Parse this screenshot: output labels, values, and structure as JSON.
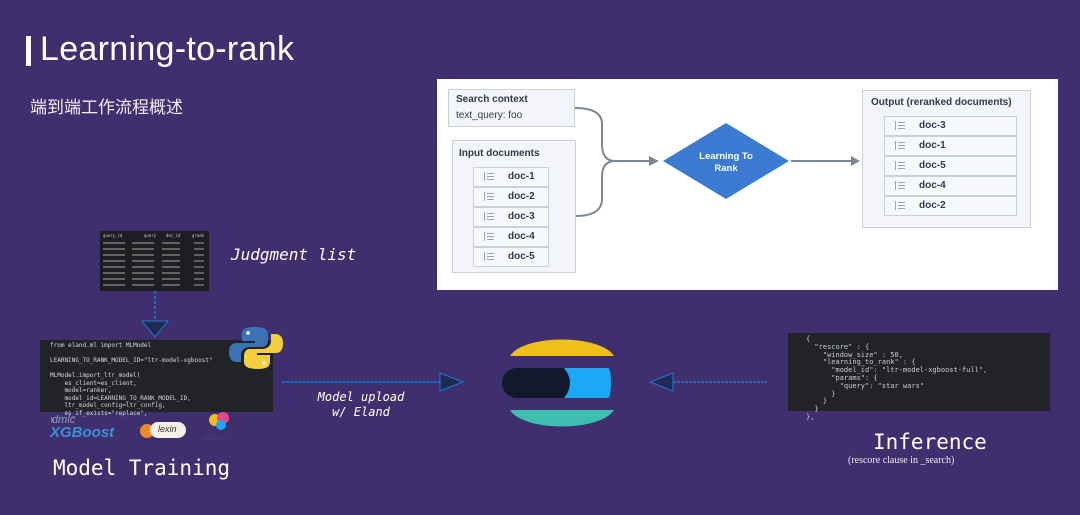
{
  "slide": {
    "title": "Learning-to-rank",
    "subtitle": "端到端工作流程概述"
  },
  "diagram": {
    "search_context": {
      "title": "Search context",
      "query": "text_query: foo"
    },
    "input_documents": {
      "title": "Input documents",
      "docs": [
        "doc-1",
        "doc-2",
        "doc-3",
        "doc-4",
        "doc-5"
      ]
    },
    "ltr_node": {
      "line1": "Learning To",
      "line2": "Rank"
    },
    "output": {
      "title": "Output (reranked documents)",
      "docs": [
        "doc-3",
        "doc-1",
        "doc-5",
        "doc-4",
        "doc-2"
      ]
    }
  },
  "judgment": {
    "label": "Judgment list",
    "columns": [
      "query_id",
      "query",
      "doc_id",
      "grade"
    ]
  },
  "training": {
    "label": "Model Training",
    "code": "from eland.ml import MLModel\n\nLEARNING_TO_RANK_MODEL_ID=\"ltr-model-xgboost\"\n\nMLModel.import_ltr_model(\n    es_client=es_client,\n    model=ranker,\n    model_id=LEARNING_TO_RANK_MODEL_ID,\n    ltr_model_config=ltr_config,\n    es_if_exists=\"replace\",\n)",
    "logo_xgboost_top": "dmlc",
    "logo_xgboost": "XGBoost",
    "logo_lexin": "lexin",
    "logo_eland": "eland"
  },
  "upload": {
    "line1": "Model upload",
    "line2": "w/ Eland"
  },
  "inference": {
    "label": "Inference",
    "sublabel": "(rescore clause in _search)",
    "code": "{\n  \"rescore\" : {\n    \"window_size\" : 50,\n    \"learning_to_rank\" : {\n      \"model_id\": \"ltr-model-xgboost-full\",\n      \"params\": {\n        \"query\": \"star wars\"\n      }\n    }\n  }\n},"
  },
  "colors": {
    "background": "#3f2f6e",
    "diamond": "#3b7bd1",
    "arrow": "#1f2b55",
    "elastic_yellow": "#f0bf1a",
    "elastic_teal": "#3ebeb0",
    "elastic_blue": "#1ba9f5",
    "elastic_dark": "#101a2c"
  }
}
